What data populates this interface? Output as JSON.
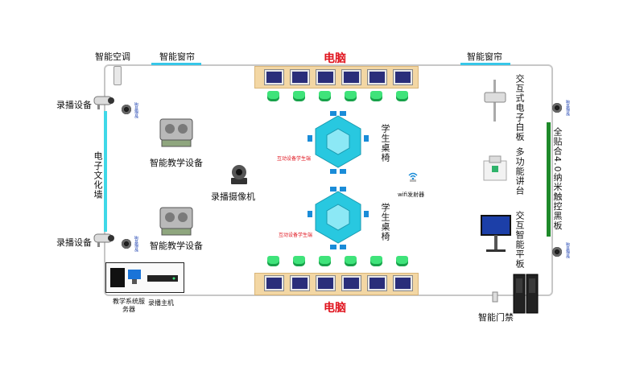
{
  "labels": {
    "smart_ac": "智能空调",
    "curtain_left": "智能窗帘",
    "curtain_right": "智能窗帘",
    "computer_top": "电脑",
    "computer_bottom": "电脑",
    "recorder_top": "录播设备",
    "recorder_bottom": "录播设备",
    "e_culture_wall": "电子文化墙",
    "teaching_equip_top": "智能教学设备",
    "teaching_equip_bottom": "智能教学设备",
    "rec_camera": "录播摄像机",
    "student_desk_top": "学生桌椅",
    "student_desk_bottom": "学生桌椅",
    "interactive_student_top": "互动设备学生端",
    "interactive_student_bottom": "互动设备学生端",
    "wifi": "wifi发射器",
    "whiteboard": "交互式电子白板",
    "podium": "多功能讲台",
    "smart_tablet": "交互智能平板",
    "touch_blackboard": "全贴合4.0纳米触控黑板",
    "server": "教学系统服务器",
    "rec_host": "录播主机",
    "door_access": "智能门禁",
    "speaker_label": "智能音响"
  },
  "colors": {
    "accent_red": "#e0141e",
    "window_cyan": "#36c6e8",
    "chair_green": "#3fe37a",
    "board_green": "#1e8a2a",
    "desk_tan": "#f3d7a4",
    "table_cyan": "#28c8e0"
  },
  "icons": {
    "speaker": "speaker-icon",
    "camera": "cctv-camera-icon",
    "wifi": "wifi-icon",
    "door": "door-access-icon"
  }
}
